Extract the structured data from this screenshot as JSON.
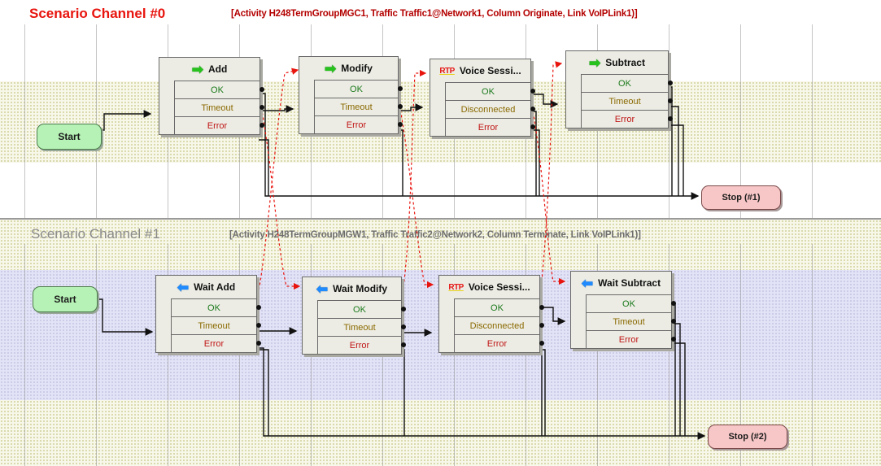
{
  "colors": {
    "channel0_title": "#e8140e",
    "channel0_info": "#b40000",
    "channel1_title": "#8a8a8a",
    "channel1_info": "#6e6e6e",
    "cross_link": "#e8140e",
    "connector": "#111111"
  },
  "channel0": {
    "title": "Scenario Channel #0",
    "info": "[Activity H248TermGroupMGC1, Traffic Traffic1@Network1, Column Originate, Link VoIPLink1)]",
    "start_label": "Start",
    "stop_label": "Stop (#1)",
    "nodes": [
      {
        "title": "Add",
        "icon": "green-right-arrow-icon",
        "outputs": [
          "OK",
          "Timeout",
          "Error"
        ]
      },
      {
        "title": "Modify",
        "icon": "green-right-arrow-icon",
        "outputs": [
          "OK",
          "Timeout",
          "Error"
        ]
      },
      {
        "title": "Voice Sessi...",
        "icon": "rtp-icon",
        "outputs": [
          "OK",
          "Disconnected",
          "Error"
        ]
      },
      {
        "title": "Subtract",
        "icon": "green-right-arrow-icon",
        "outputs": [
          "OK",
          "Timeout",
          "Error"
        ]
      }
    ]
  },
  "channel1": {
    "title": "Scenario Channel #1",
    "info": "[Activity H248TermGroupMGW1, Traffic Traffic2@Network2, Column Terminate, Link VoIPLink1)]",
    "start_label": "Start",
    "stop_label": "Stop (#2)",
    "nodes": [
      {
        "title": "Wait Add",
        "icon": "blue-left-arrow-icon",
        "outputs": [
          "OK",
          "Timeout",
          "Error"
        ]
      },
      {
        "title": "Wait Modify",
        "icon": "blue-left-arrow-icon",
        "outputs": [
          "OK",
          "Timeout",
          "Error"
        ]
      },
      {
        "title": "Voice Sessi...",
        "icon": "rtp-icon",
        "outputs": [
          "OK",
          "Disconnected",
          "Error"
        ]
      },
      {
        "title": "Wait Subtract",
        "icon": "blue-left-arrow-icon",
        "outputs": [
          "OK",
          "Timeout",
          "Error"
        ]
      }
    ]
  },
  "icons": {
    "rtp_text": "RTP"
  }
}
